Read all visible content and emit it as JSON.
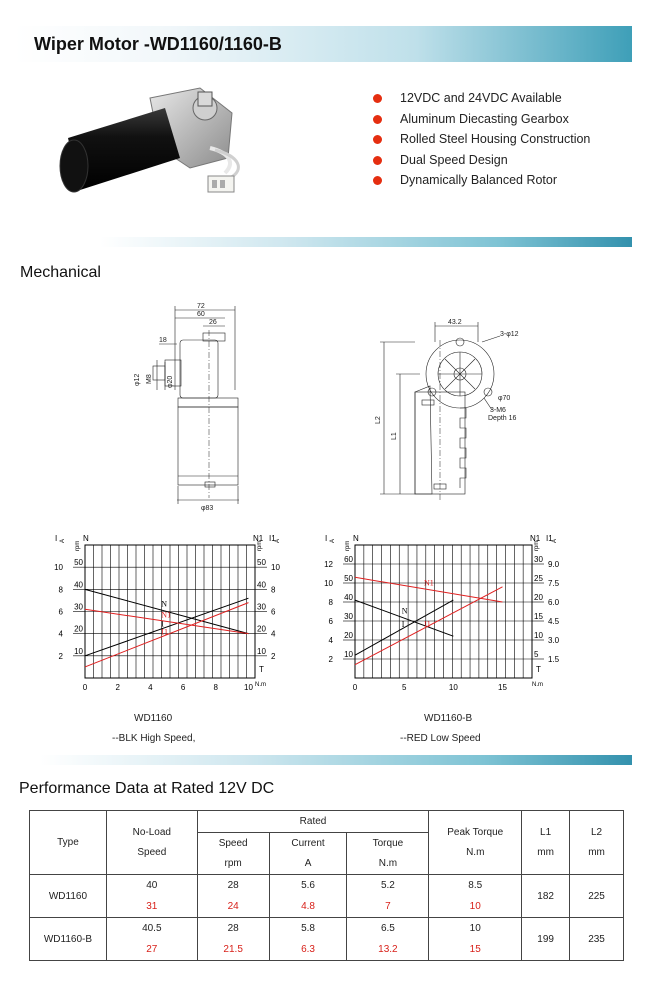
{
  "title": "Wiper Motor -WD1160/1160-B",
  "features": [
    "12VDC and 24VDC Available",
    "Aluminum Diecasting Gearbox",
    "Rolled Steel Housing Construction",
    "Dual Speed Design",
    "Dynamically Balanced Rotor"
  ],
  "mechanical": {
    "title": "Mechanical",
    "side_dims": [
      "72",
      "60",
      "26",
      "18",
      "φ12",
      "M8",
      "φ20",
      "φ83"
    ],
    "front_dims": [
      "43.2",
      "3-φ12",
      "φ70",
      "3-M6",
      "Depth 16",
      "L2",
      "L1"
    ]
  },
  "chart_data": [
    {
      "type": "line",
      "caption": "WD1160",
      "legend": "--BLK High Speed,",
      "x_unit_label": "T",
      "x_unit_sub": "N.m",
      "x_ticks": [
        0,
        2,
        4,
        6,
        8,
        10
      ],
      "xlim": [
        0,
        10.4
      ],
      "left_axis_labels": [
        "I",
        "A",
        "N",
        "rpm"
      ],
      "right_axis_labels": [
        "N1",
        "rpm",
        "I1",
        "A"
      ],
      "y_ticks": [
        {
          "I": 2,
          "N": 10
        },
        {
          "I": 4,
          "N": 20
        },
        {
          "I": 6,
          "N": 30
        },
        {
          "I": 8,
          "N": 40
        },
        {
          "I": 10,
          "N": 50
        }
      ],
      "y_ticks_right": [
        {
          "N1": 10,
          "I1": 2
        },
        {
          "N1": 20,
          "I1": 4
        },
        {
          "N1": 30,
          "I1": 6
        },
        {
          "N1": 40,
          "I1": 8
        },
        {
          "N1": 50,
          "I1": 10
        }
      ],
      "ylim": [
        0,
        60
      ],
      "series": [
        {
          "name": "N",
          "color": "#000000",
          "x": [
            0,
            10
          ],
          "y": [
            40,
            20
          ]
        },
        {
          "name": "I",
          "color": "#000000",
          "x": [
            0,
            10
          ],
          "y": [
            10,
            36
          ]
        },
        {
          "name": "N1",
          "color": "#e02020",
          "x": [
            0,
            10
          ],
          "y": [
            31,
            20
          ]
        },
        {
          "name": "I1",
          "color": "#e02020",
          "x": [
            0,
            10
          ],
          "y": [
            5,
            34
          ]
        }
      ]
    },
    {
      "type": "line",
      "caption": "WD1160-B",
      "legend": "--RED Low Speed",
      "x_unit_label": "T",
      "x_unit_sub": "N.m",
      "x_ticks": [
        0,
        5,
        10,
        15
      ],
      "xlim": [
        0,
        18
      ],
      "left_axis_labels": [
        "I",
        "A",
        "N",
        "rpm"
      ],
      "right_axis_labels": [
        "N1",
        "rpm",
        "I1",
        "A"
      ],
      "y_ticks": [
        {
          "I": 2,
          "N": 10
        },
        {
          "I": 4,
          "N": 20
        },
        {
          "I": 6,
          "N": 30
        },
        {
          "I": 8,
          "N": 40
        },
        {
          "I": 10,
          "N": 50
        },
        {
          "I": 12,
          "N": 60
        }
      ],
      "y_ticks_right": [
        {
          "N1": 5,
          "I1": "1.5"
        },
        {
          "N1": 10,
          "I1": "3.0"
        },
        {
          "N1": 15,
          "I1": "4.5"
        },
        {
          "N1": 20,
          "I1": "6.0"
        },
        {
          "N1": 25,
          "I1": "7.5"
        },
        {
          "N1": 30,
          "I1": "9.0"
        }
      ],
      "ylim": [
        0,
        70
      ],
      "series": [
        {
          "name": "N",
          "color": "#000000",
          "x": [
            0,
            10
          ],
          "y": [
            41,
            22
          ]
        },
        {
          "name": "I",
          "color": "#000000",
          "x": [
            0,
            10
          ],
          "y": [
            12,
            41
          ]
        },
        {
          "name": "N1",
          "color": "#e02020",
          "x": [
            0,
            15
          ],
          "y": [
            53,
            40
          ]
        },
        {
          "name": "I1",
          "color": "#e02020",
          "x": [
            0,
            15
          ],
          "y": [
            7,
            48
          ]
        }
      ]
    }
  ],
  "performance": {
    "title": "Performance Data at Rated 12V DC",
    "headers": {
      "type": "Type",
      "no_load_1": "No-Load",
      "no_load_2": "Speed",
      "rated": "Rated",
      "speed": "Speed",
      "speed_unit": "rpm",
      "current": "Current",
      "current_unit": "A",
      "torque": "Torque",
      "torque_unit": "N.m",
      "peak": "Peak Torque",
      "peak_unit": "N.m",
      "l1": "L1",
      "l1_unit": "mm",
      "l2": "L2",
      "l2_unit": "mm"
    },
    "rows": [
      {
        "type": "WD1160",
        "no_load": [
          "40",
          "31"
        ],
        "speed": [
          "28",
          "24"
        ],
        "current": [
          "5.6",
          "4.8"
        ],
        "torque": [
          "5.2",
          "7"
        ],
        "peak": [
          "8.5",
          "10"
        ],
        "l1": "182",
        "l2": "225"
      },
      {
        "type": "WD1160-B",
        "no_load": [
          "40.5",
          "27"
        ],
        "speed": [
          "28",
          "21.5"
        ],
        "current": [
          "5.8",
          "6.3"
        ],
        "torque": [
          "6.5",
          "13.2"
        ],
        "peak": [
          "10",
          "15"
        ],
        "l1": "199",
        "l2": "235"
      }
    ]
  }
}
